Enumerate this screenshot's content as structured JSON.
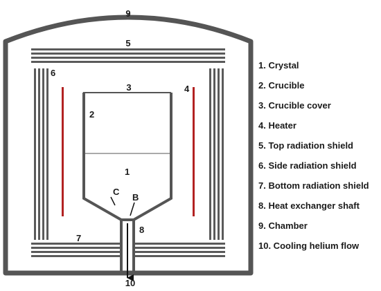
{
  "colors": {
    "wall": "#555555",
    "shield": "#5a5a5a",
    "heater": "#b22222",
    "text": "#1a1a1a"
  },
  "labels": {
    "chamber": "9",
    "top_shield": "5",
    "side_shield": "6",
    "crucible_cover": "3",
    "heater": "4",
    "crucible": "2",
    "crystal": "1",
    "point_c": "C",
    "point_b": "B",
    "shaft": "8",
    "bottom_shield": "7",
    "helium_flow": "10"
  },
  "legend": [
    "1. Crystal",
    "2. Crucible",
    "3. Crucible cover",
    "4. Heater",
    "5. Top radiation shield",
    "6. Side radiation shield",
    "7. Bottom radiation shield",
    "8. Heat exchanger shaft",
    "9. Chamber",
    "10. Cooling helium flow"
  ]
}
